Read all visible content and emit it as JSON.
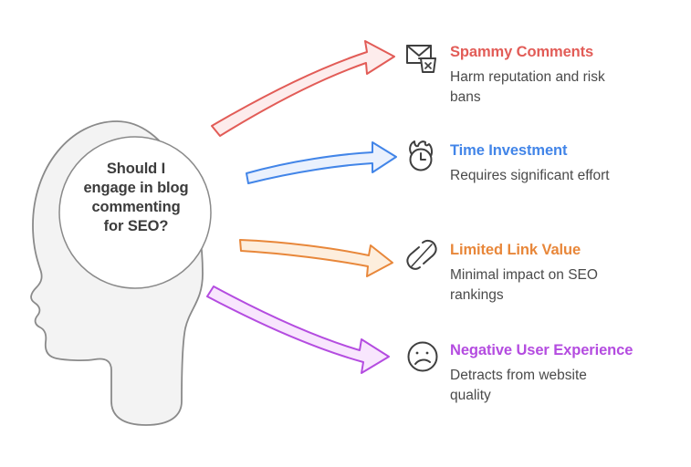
{
  "central": {
    "question": "Should I engage in blog commenting for SEO?",
    "question_lines": [
      "Should I",
      "engage in blog",
      "commenting",
      "for SEO?"
    ],
    "shape_name": "head-profile-silhouette",
    "fill": "#f3f3f3",
    "stroke": "#8a8a8a"
  },
  "palette": {
    "red": "#e25c57",
    "red_fill": "#fdecec",
    "blue": "#4285e8",
    "blue_fill": "#eaf1fd",
    "orange": "#e8873a",
    "orange_fill": "#fdeedd",
    "purple": "#b44ce0",
    "purple_fill": "#f8e6fd",
    "body_text": "#4a4a4a",
    "heading_text": "#3c3c3c",
    "background": "#ffffff"
  },
  "items": [
    {
      "id": "spammy-comments",
      "title": "Spammy Comments",
      "desc": "Harm reputation and risk bans",
      "desc_lines": [
        "Harm reputation and risk",
        "bans"
      ],
      "color": "#e25c57",
      "icon": "envelope-trash-icon",
      "arrow": "red-curved-arrow"
    },
    {
      "id": "time-investment",
      "title": "Time Investment",
      "desc": "Requires significant effort",
      "desc_lines": [
        "Requires significant effort"
      ],
      "color": "#4285e8",
      "icon": "burning-clock-icon",
      "arrow": "blue-curved-arrow"
    },
    {
      "id": "limited-link-value",
      "title": "Limited Link Value",
      "desc": "Minimal impact on SEO rankings",
      "desc_lines": [
        "Minimal impact on SEO",
        "rankings"
      ],
      "color": "#e8873a",
      "icon": "broken-link-icon",
      "arrow": "orange-curved-arrow"
    },
    {
      "id": "negative-user-experience",
      "title": "Negative User Experience",
      "desc": "Detracts from website quality",
      "desc_lines": [
        "Detracts from website",
        "quality"
      ],
      "color": "#b44ce0",
      "icon": "sad-face-icon",
      "arrow": "purple-curved-arrow"
    }
  ]
}
